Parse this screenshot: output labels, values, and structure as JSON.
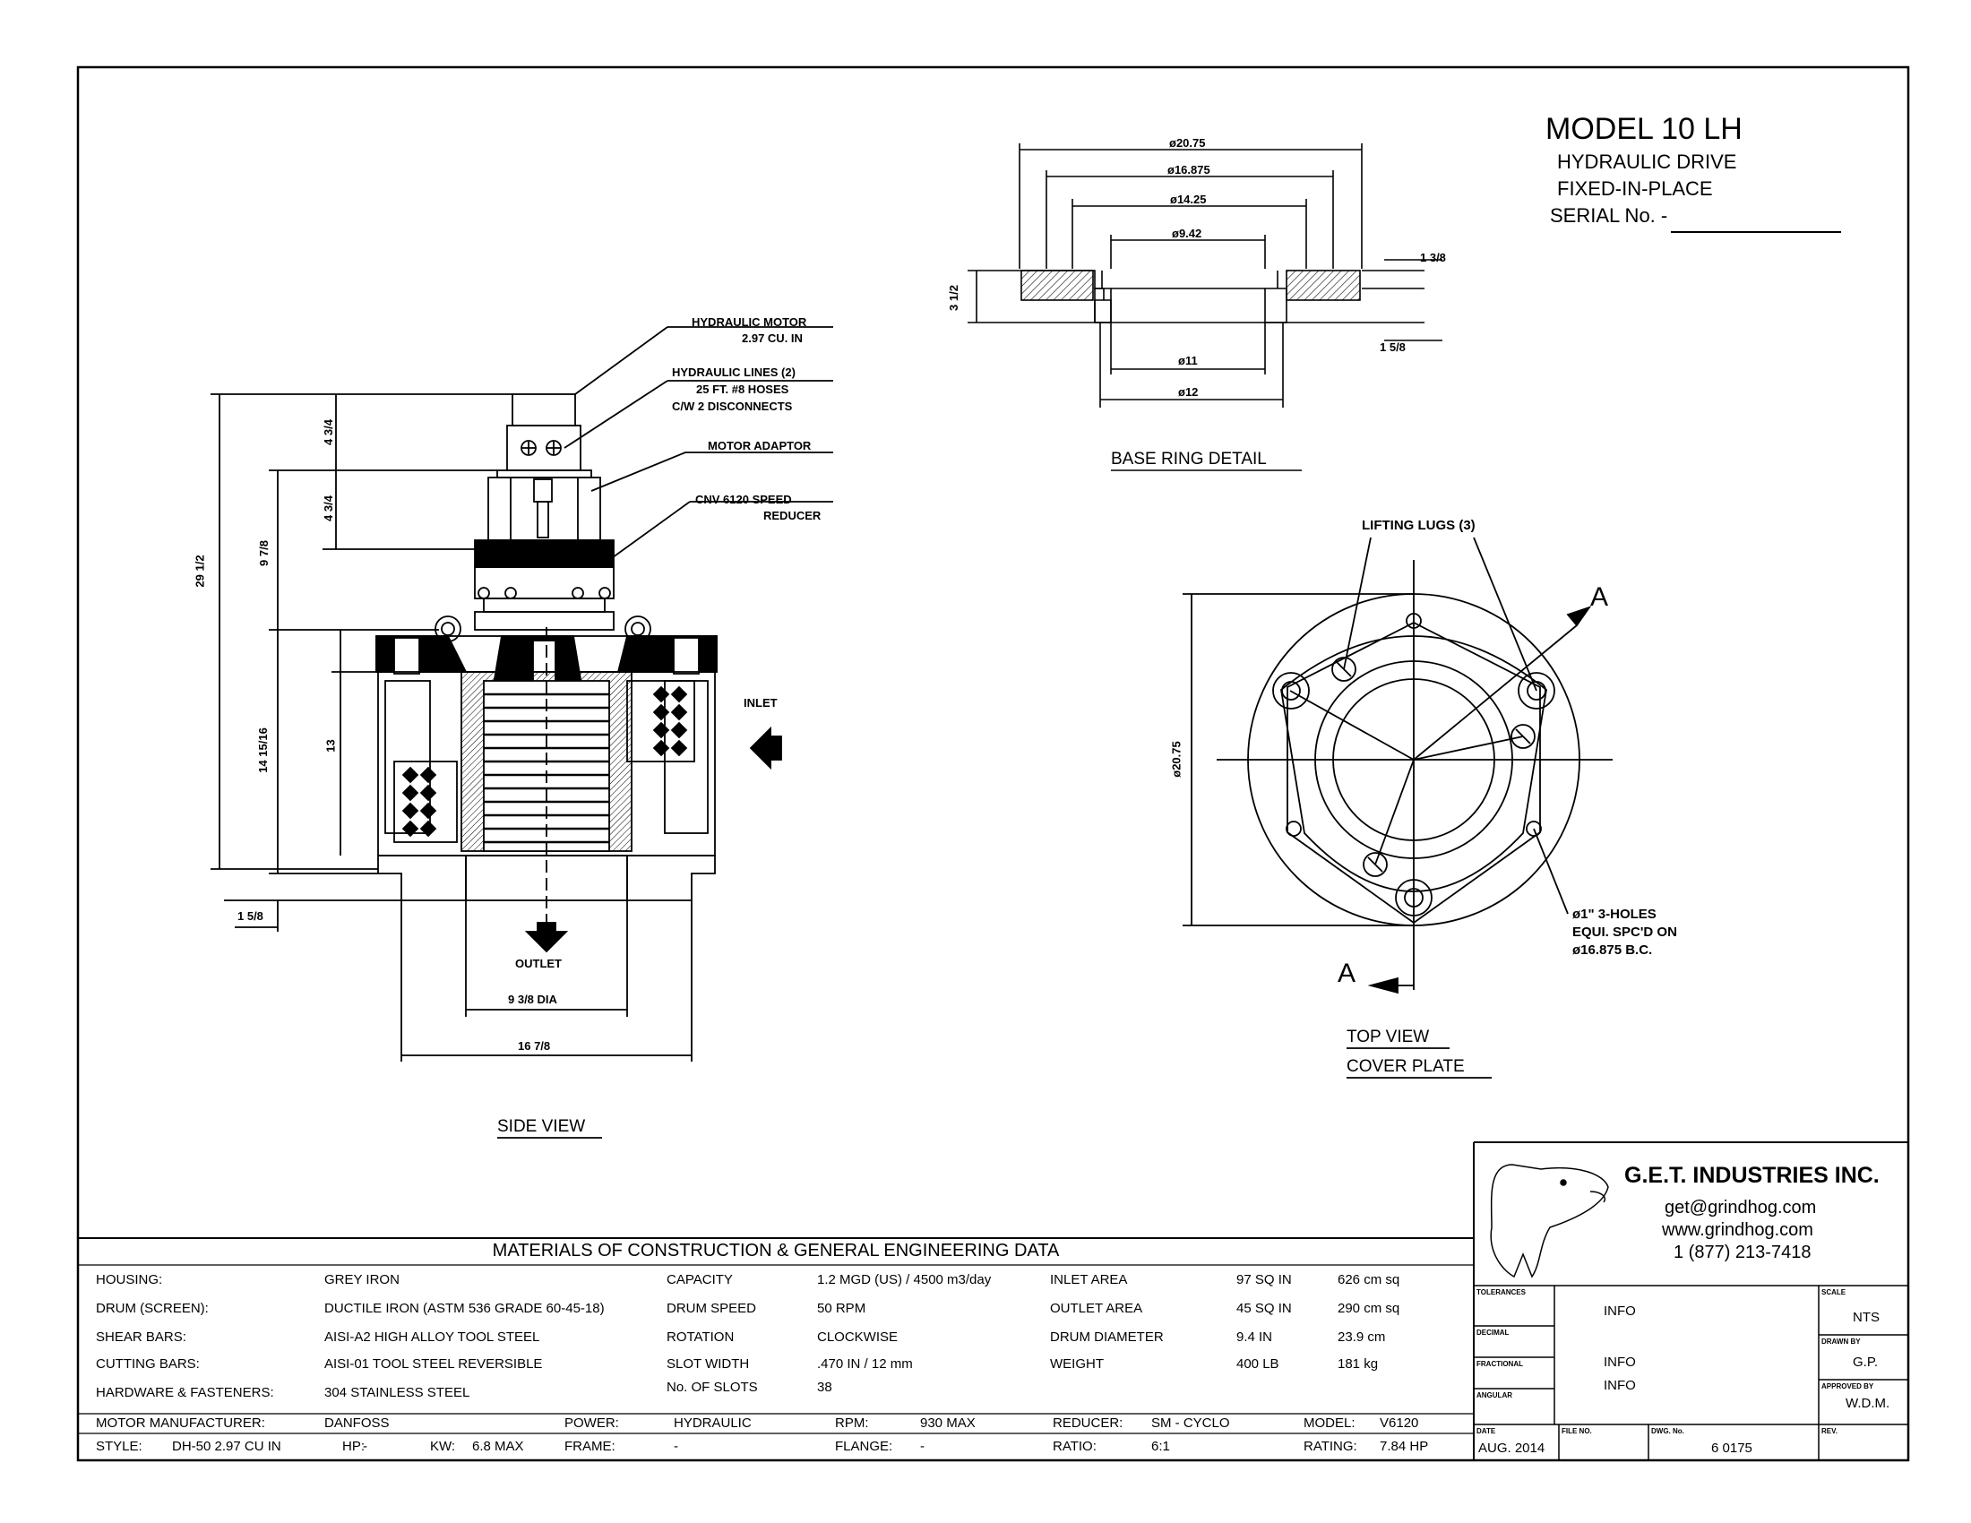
{
  "title": {
    "model": "MODEL 10 LH",
    "line1": "HYDRAULIC DRIVE",
    "line2": "FIXED-IN-PLACE",
    "serial": "SERIAL No. -"
  },
  "base_ring": {
    "caption": "BASE RING DETAIL",
    "dims": {
      "d1": "ø20.75",
      "d2": "ø16.875",
      "d3": "ø14.25",
      "d4": "ø9.42",
      "d5": "ø11",
      "d6": "ø12",
      "h_total": "3 1/2",
      "h_top": "1 3/8",
      "h_bottom": "1 5/8"
    }
  },
  "side_view": {
    "caption": "SIDE VIEW",
    "callouts": {
      "motor": "HYDRAULIC MOTOR",
      "motor_sub": "2.97 CU. IN",
      "lines": "HYDRAULIC LINES (2)",
      "lines_sub1": "25 FT. #8 HOSES",
      "lines_sub2": "C/W 2 DISCONNECTS",
      "adaptor": "MOTOR ADAPTOR",
      "reducer": "CNV 6120 SPEED",
      "reducer_sub": "REDUCER",
      "inlet": "INLET",
      "outlet": "OUTLET"
    },
    "dims": {
      "total": "29 1/2",
      "upper": "4 3/4",
      "middle": "4 3/4",
      "drive": "9 7/8",
      "body": "14 15/16",
      "inner": "13",
      "base": "1 5/8",
      "outlet_dia": "9 3/8 DIA",
      "width": "16 7/8"
    }
  },
  "top_view": {
    "caption1": "TOP VIEW",
    "caption2": "COVER PLATE",
    "lugs": "LIFTING LUGS (3)",
    "section": "A",
    "diameter": "ø20.75",
    "holes1": "ø1\" 3-HOLES",
    "holes2": "EQUI. SPC'D ON",
    "holes3": "ø16.875 B.C."
  },
  "materials": {
    "header": "MATERIALS OF CONSTRUCTION & GENERAL ENGINEERING DATA",
    "rows": [
      {
        "label": "HOUSING:",
        "value": "GREY IRON",
        "p": "CAPACITY",
        "pv": "1.2 MGD (US)  / 4500 m3/day",
        "q": "INLET AREA",
        "qv1": "97 SQ IN",
        "qv2": "626 cm sq"
      },
      {
        "label": "DRUM (SCREEN):",
        "value": "DUCTILE IRON (ASTM 536 GRADE 60-45-18)",
        "p": "DRUM SPEED",
        "pv": "50 RPM",
        "q": "OUTLET AREA",
        "qv1": "45 SQ IN",
        "qv2": "290 cm sq"
      },
      {
        "label": "SHEAR BARS:",
        "value": "AISI-A2 HIGH ALLOY TOOL STEEL",
        "p": "ROTATION",
        "pv": "CLOCKWISE",
        "q": "DRUM DIAMETER",
        "qv1": "9.4 IN",
        "qv2": "23.9 cm"
      },
      {
        "label": "CUTTING BARS:",
        "value": "AISI-01 TOOL STEEL REVERSIBLE",
        "p": "SLOT WIDTH",
        "pv": ".470 IN / 12 mm",
        "q": "WEIGHT",
        "qv1": "400 LB",
        "qv2": "181 kg"
      },
      {
        "label": "HARDWARE & FASTENERS:",
        "value": "304 STAINLESS STEEL",
        "p": "No. OF SLOTS",
        "pv": "38",
        "q": "",
        "qv1": "",
        "qv2": ""
      }
    ],
    "motor_row": {
      "label": "MOTOR MANUFACTURER:",
      "value": "DANFOSS",
      "power_l": "POWER:",
      "power": "HYDRAULIC",
      "rpm_l": "RPM:",
      "rpm": "930 MAX",
      "reducer_l": "REDUCER:",
      "reducer": "SM - CYCLO",
      "model_l": "MODEL:",
      "model": "V6120"
    },
    "style_row": {
      "style_l": "STYLE:",
      "style": "DH-50 2.97 CU IN",
      "hp_l": "HP:",
      "hp": "-",
      "kw_l": "KW:",
      "kw": "6.8 MAX",
      "frame_l": "FRAME:",
      "frame": "-",
      "flange_l": "FLANGE:",
      "flange": "-",
      "ratio_l": "RATIO:",
      "ratio": "6:1",
      "rating_l": "RATING:",
      "rating": "7.84 HP"
    }
  },
  "title_block": {
    "company": "G.E.T. INDUSTRIES INC.",
    "email": "get@grindhog.com",
    "web": "www.grindhog.com",
    "phone": "1 (877) 213-7418",
    "tolerances_l": "TOLERANCES",
    "decimal_l": "DECIMAL",
    "fractional_l": "FRACTIONAL",
    "angular_l": "ANGULAR",
    "info1": "INFO",
    "info2": "INFO",
    "info3": "INFO",
    "scale_l": "SCALE",
    "scale": "NTS",
    "drawn_l": "DRAWN BY",
    "drawn": "G.P.",
    "approved_l": "APPROVED BY",
    "approved": "W.D.M.",
    "date_l": "DATE",
    "date": "AUG. 2014",
    "file_l": "FILE NO.",
    "dwg_l": "DWG. No.",
    "dwg": "6 0175",
    "rev_l": "REV."
  }
}
